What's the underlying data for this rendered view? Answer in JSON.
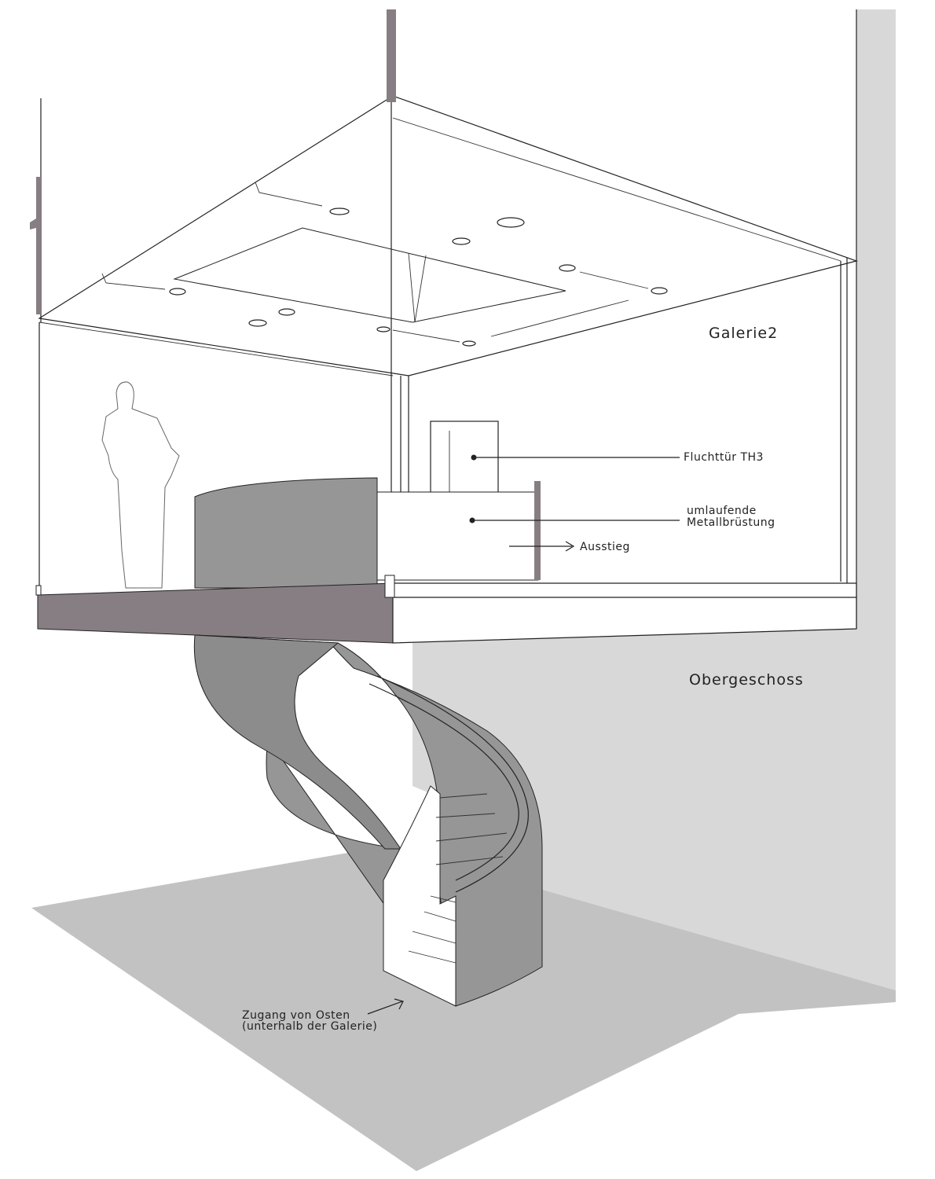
{
  "labels": {
    "galerie": "Galerie2",
    "fluchttuer": "Fluchttür TH3",
    "bruestung_line1": "umlaufende",
    "bruestung_line2": "Metallbrüstung",
    "ausstieg": "Ausstieg",
    "obergeschoss": "Obergeschoss",
    "zugang_line1": "Zugang von Osten",
    "zugang_line2": "(unterhalb der Galerie)"
  },
  "colors": {
    "floor": "#c2c2c2",
    "wall": "#d8d8d8",
    "slab": "#877e83",
    "stair_shell": "#969696",
    "line": "#222222"
  }
}
